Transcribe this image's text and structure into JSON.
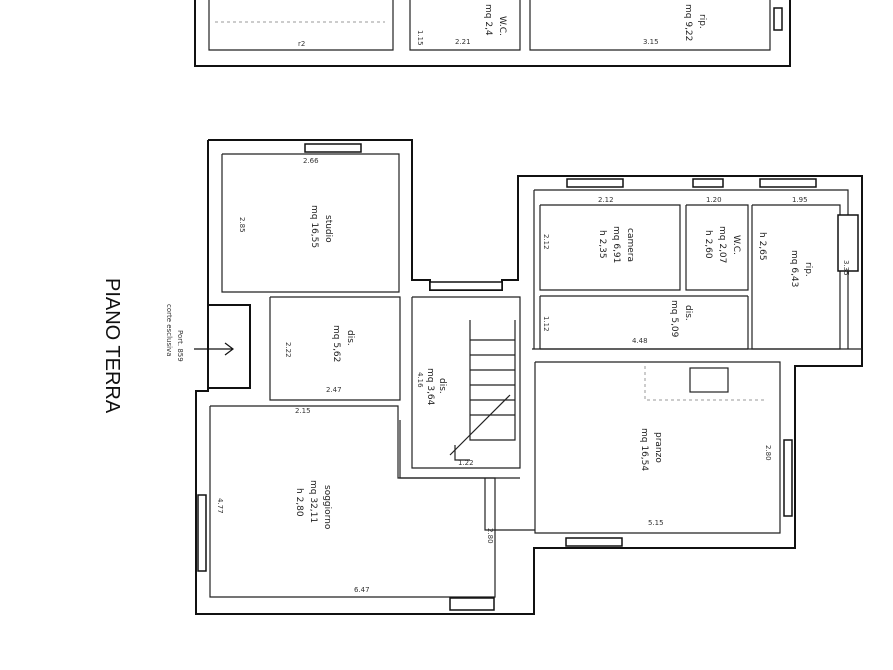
{
  "floor_title": "PIANO TERRA",
  "entrance_note_1": "Port. 859",
  "entrance_note_2": "corte esclusiva",
  "upper_floor": {
    "room_right_label": "rip.",
    "room_right_area": "mq 9,22",
    "wc_label": "W.C.",
    "wc_area": "mq 2,4",
    "dim_a": "r2",
    "dim_b": "2.21",
    "dim_c": "3.15",
    "dim_d": "1.15"
  },
  "rooms": {
    "studio": {
      "name": "studio",
      "area": "mq 16,55",
      "dim_top": "2.66",
      "dim_side": "2.85"
    },
    "disimpegno_left": {
      "name": "dis.",
      "area": "mq 5,62",
      "dim_side": "2.22",
      "dim_bottom": "2.47",
      "dim_b2": "2.15"
    },
    "disimpegno_stair": {
      "name": "dis.",
      "area": "mq 3,64",
      "dim_side": "4.16",
      "dim_bottom": "1.22"
    },
    "soggiorno": {
      "name": "soggiorno",
      "area": "mq 32,11",
      "height": "h 2,80",
      "dim_side": "4.77",
      "dim_bottom": "6.47",
      "dim_right": "2.80"
    },
    "pranzo": {
      "name": "pranzo",
      "area": "mq 16,54",
      "dim_bottom": "5.15",
      "dim_side": "2.80"
    },
    "camera": {
      "name": "camera",
      "area": "mq 6,91",
      "height": "h 2,35",
      "dim_top": "2.12",
      "dim_side": "2.12"
    },
    "wc": {
      "name": "W.C.",
      "area": "mq 2,07",
      "height": "h 2,60",
      "dim_top": "1.20"
    },
    "ripostiglio": {
      "name": "rip.",
      "area": "mq 6,43",
      "height": "h 2,65",
      "dim_top": "1.95",
      "dim_side": "3.35"
    },
    "dis_corridor": {
      "name": "dis.",
      "area": "mq 5,09",
      "dim_bottom": "4.48",
      "dim_side": "1.12"
    }
  }
}
